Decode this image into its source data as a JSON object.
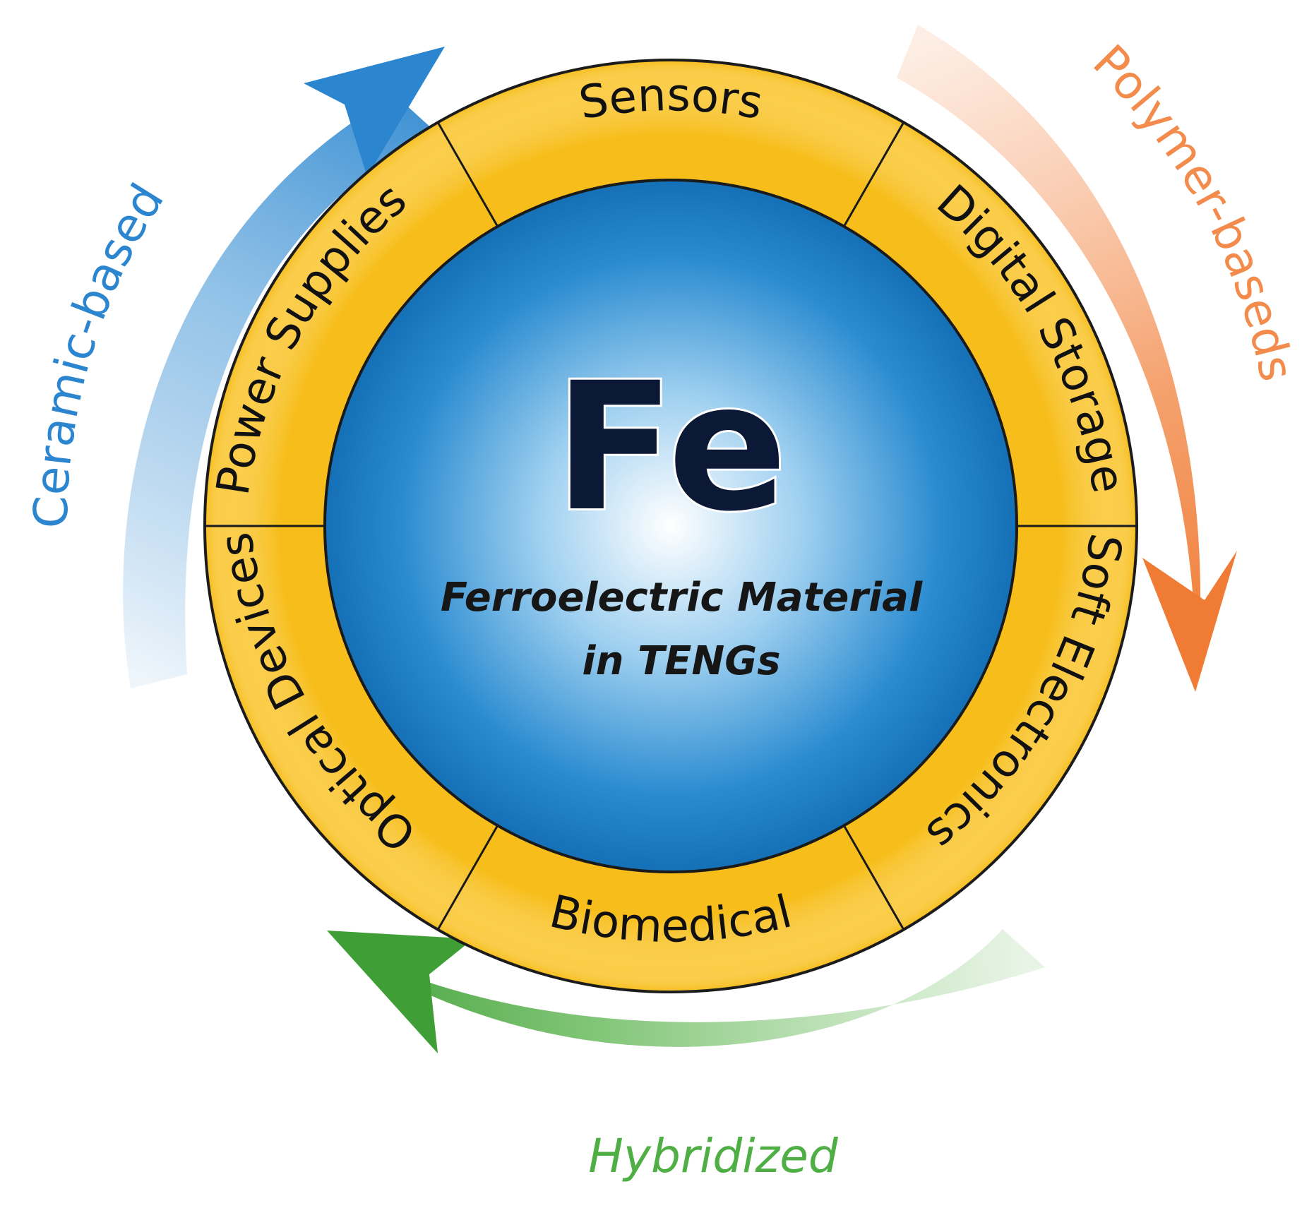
{
  "core": {
    "symbol": "Fe",
    "line1": "Ferroelectric Material",
    "line2": "in TENGs"
  },
  "segments": {
    "sensors": "Sensors",
    "digital_storage": "Digital Storage",
    "soft_electronics": "Soft Electronics",
    "biomedical": "Biomedical",
    "optical_devices": "Optical Devices",
    "power_supplies": "Power Supplies"
  },
  "arrows": {
    "ceramic": "Ceramic-based",
    "polymer": "Polymer-baseds",
    "hybrid": "Hybridized"
  },
  "colors": {
    "ring_fill": "#f7be1b",
    "ring_stroke": "#1a1a1a",
    "core_blue": "#1f86cc",
    "ceramic_blue": "#2c86cf",
    "polymer_orange": "#f28b4b",
    "hybrid_green": "#4fae44"
  }
}
